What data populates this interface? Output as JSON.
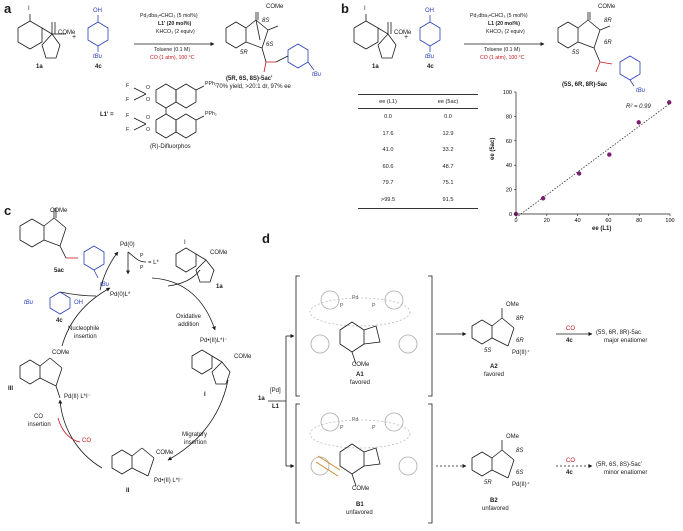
{
  "panels": {
    "a": {
      "letter": "a",
      "subst_1a": "1a",
      "subst_4c": "4c",
      "plus": "+",
      "iodo": "I",
      "ome": "COMe",
      "oh": "OH",
      "tbu": "tBu",
      "conditions": [
        "Pd₂dba₃•CHCl₃ (5 mol%)",
        "L1' (20 mol%)",
        "KHCO₃ (2 equiv)",
        "Toluene (0.1 M)",
        "CO (1 atm), 100 °C"
      ],
      "product_ome": "COMe",
      "product_label": "(5R, 6S, 8S)-5ac'",
      "product_result": "70% yield, >20:1 dr, 97% ee",
      "stereo": [
        "8S",
        "5R",
        "6S"
      ],
      "ligand_label": "L1' =",
      "ligand_name": "(R)-Difluorphos",
      "ligand_atoms": [
        "F",
        "F",
        "F",
        "F",
        "O",
        "O",
        "O",
        "O",
        "PPh₂",
        "PPh₂"
      ]
    },
    "b": {
      "letter": "b",
      "subst_1a": "1a",
      "subst_4c": "4c",
      "plus": "+",
      "iodo": "I",
      "ome": "COMe",
      "oh": "OH",
      "tbu": "tBu",
      "conditions": [
        "Pd₂dba₃•CHCl₃ (5 mol%)",
        "L1 (20 mol%)",
        "KHCO₃ (2 equiv)",
        "Toluene (0.1 M)",
        "CO (1 atm), 100 °C"
      ],
      "product_ome": "COMe",
      "product_label": "(5S, 6R, 8R)-5ac",
      "stereo": [
        "8R",
        "6R",
        "5S"
      ],
      "table": {
        "headers": [
          "ee (L1)",
          "ee (5ac)"
        ],
        "rows": [
          [
            "0.0",
            "0.0"
          ],
          [
            "17.6",
            "12.9"
          ],
          [
            "41.0",
            "33.2"
          ],
          [
            "60.6",
            "48.7"
          ],
          [
            "79.7",
            "75.1"
          ],
          [
            ">99.5",
            "91.5"
          ]
        ]
      }
    },
    "c": {
      "letter": "c",
      "product": "5ac",
      "pd0": "Pd(0)",
      "ligand_eq": "= L*",
      "pdl": "Pd(0)L*",
      "p_atoms": [
        "P",
        "P"
      ],
      "sub_1a": "1a",
      "sub_4c": "4c",
      "oh": "OH",
      "tbu": "tBu",
      "ome": [
        "COMe",
        "COMe",
        "COMe",
        "COMe",
        "COMe"
      ],
      "iodo": "I",
      "step_oxidative": [
        "Oxidative",
        "addition"
      ],
      "step_migratory": [
        "Migratory",
        "insertion"
      ],
      "step_co": [
        "CO",
        "insertion"
      ],
      "step_nucleophile": [
        "Nucleophile",
        "insertion"
      ],
      "int_I": "I",
      "int_II": "II",
      "int_III": "III",
      "pdI_label": "Pd•(II)L*I⁻",
      "pdII_label": "Pd•(II) L*I⁻",
      "pdIII_label": "Pd(II) L*I⁻",
      "co": "CO"
    },
    "d": {
      "letter": "d",
      "sub_1a": "1a",
      "pd": "[Pd]",
      "ligand": "L1",
      "A1": "A1",
      "A1_note": "favored",
      "A2": "A2",
      "A2_note": "favored",
      "B1": "B1",
      "B1_note": "unfavored",
      "B2": "B2",
      "B2_note": "unfavored",
      "ome_A1": "COMe",
      "ome_B1": "COMe",
      "ome_A2": "OMe",
      "ome_B2": "OMe",
      "pd_A2": "Pd(II)⁺",
      "pd_B2": "Pd(II)⁺",
      "stereo_A2": [
        "8R",
        "6R",
        "5S"
      ],
      "stereo_B2": [
        "8S",
        "6S",
        "5R"
      ],
      "co": [
        "CO",
        "CO"
      ],
      "nuc": [
        "4c",
        "4c"
      ],
      "major": [
        "(5S, 6R, 8R)-5ac",
        "major enatiomer"
      ],
      "minor": [
        "(5R, 6S, 8S)-5ac'",
        "minor enatiomer"
      ],
      "pdL_labels": [
        "Pd",
        "P",
        "P",
        "Pd",
        "P",
        "P"
      ]
    }
  },
  "chart_data": {
    "type": "scatter",
    "x": [
      0.0,
      17.6,
      41.0,
      60.6,
      79.7,
      99.5
    ],
    "y": [
      0.0,
      12.9,
      33.2,
      48.7,
      75.1,
      91.5
    ],
    "xlabel": "ee (L1)",
    "ylabel": "ee (5ac)",
    "xlim": [
      0,
      100
    ],
    "ylim": [
      0,
      100
    ],
    "xticks": [
      0,
      20,
      40,
      60,
      80,
      100
    ],
    "yticks": [
      0,
      20,
      40,
      60,
      80,
      100
    ],
    "annotation": "R² = 0.99",
    "trendline": "dotted",
    "marker_color": "#7a1f6e"
  }
}
